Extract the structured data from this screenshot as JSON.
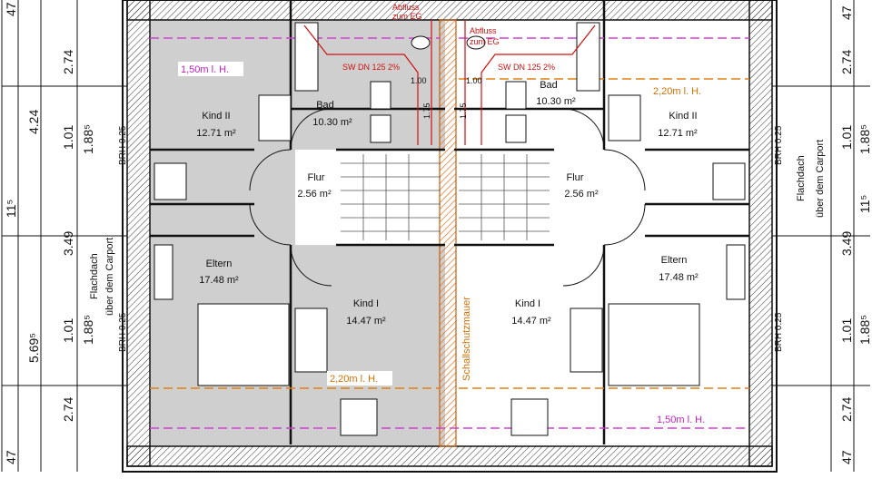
{
  "rooms": {
    "kind2_left": {
      "name": "Kind II",
      "area": "12.71 m²"
    },
    "bad_left": {
      "name": "Bad",
      "area": "10.30 m²"
    },
    "flur_left": {
      "name": "Flur",
      "area": "2.56 m²"
    },
    "eltern_left": {
      "name": "Eltern",
      "area": "17.48 m²"
    },
    "kind1_left": {
      "name": "Kind I",
      "area": "14.47 m²"
    },
    "kind1_right": {
      "name": "Kind I",
      "area": "14.47 m²"
    },
    "flur_right": {
      "name": "Flur",
      "area": "2.56 m²"
    },
    "bad_right": {
      "name": "Bad",
      "area": "10.30 m²"
    },
    "kind2_right": {
      "name": "Kind II",
      "area": "12.71 m²"
    },
    "eltern_right": {
      "name": "Eltern",
      "area": "17.48 m²"
    }
  },
  "heights": {
    "h150_left": "1,50m l. H.",
    "h220_right_top": "2,20m l. H.",
    "h220_left_bottom": "2,20m l. H.",
    "h150_right_bottom": "1,50m l. H."
  },
  "plumbing": {
    "abfluss_left_1": "Abfluss",
    "abfluss_left_2": "zum EG",
    "abfluss_right_1": "Abfluss",
    "abfluss_right_2": "zum EG",
    "sw_left": "SW DN 125 2%",
    "sw_right": "SW DN 125 2%",
    "dim_100_left": "1.00",
    "dim_100_right": "1.00",
    "dim_175_left": "1.75",
    "dim_175_right": "1.75"
  },
  "wall_label": "Schallschutzmauer",
  "brh": {
    "top_left": "BRH 0.25",
    "bottom_left": "BRH 0.25",
    "top_right": "BRH 0.25",
    "bottom_right": "BRH 0.25"
  },
  "flachdach": {
    "line1": "Flachdach",
    "line2": "über dem Carport"
  },
  "dims_left_outer": [
    "47",
    "4.24",
    "11⁵",
    "5.69⁵",
    "47"
  ],
  "dims_left_inner": [
    "2.74",
    "1.01",
    "3.49",
    "1.01",
    "2.74"
  ],
  "dims_left_fine": [
    "1.88⁵",
    "1.88⁵"
  ],
  "dims_right_outer": [
    "47",
    "2.74",
    "1.01",
    "1.88⁵",
    "3.49",
    "1.01",
    "1.88⁵",
    "2.74",
    "47"
  ],
  "dims_right_fine": [
    "11⁵"
  ]
}
